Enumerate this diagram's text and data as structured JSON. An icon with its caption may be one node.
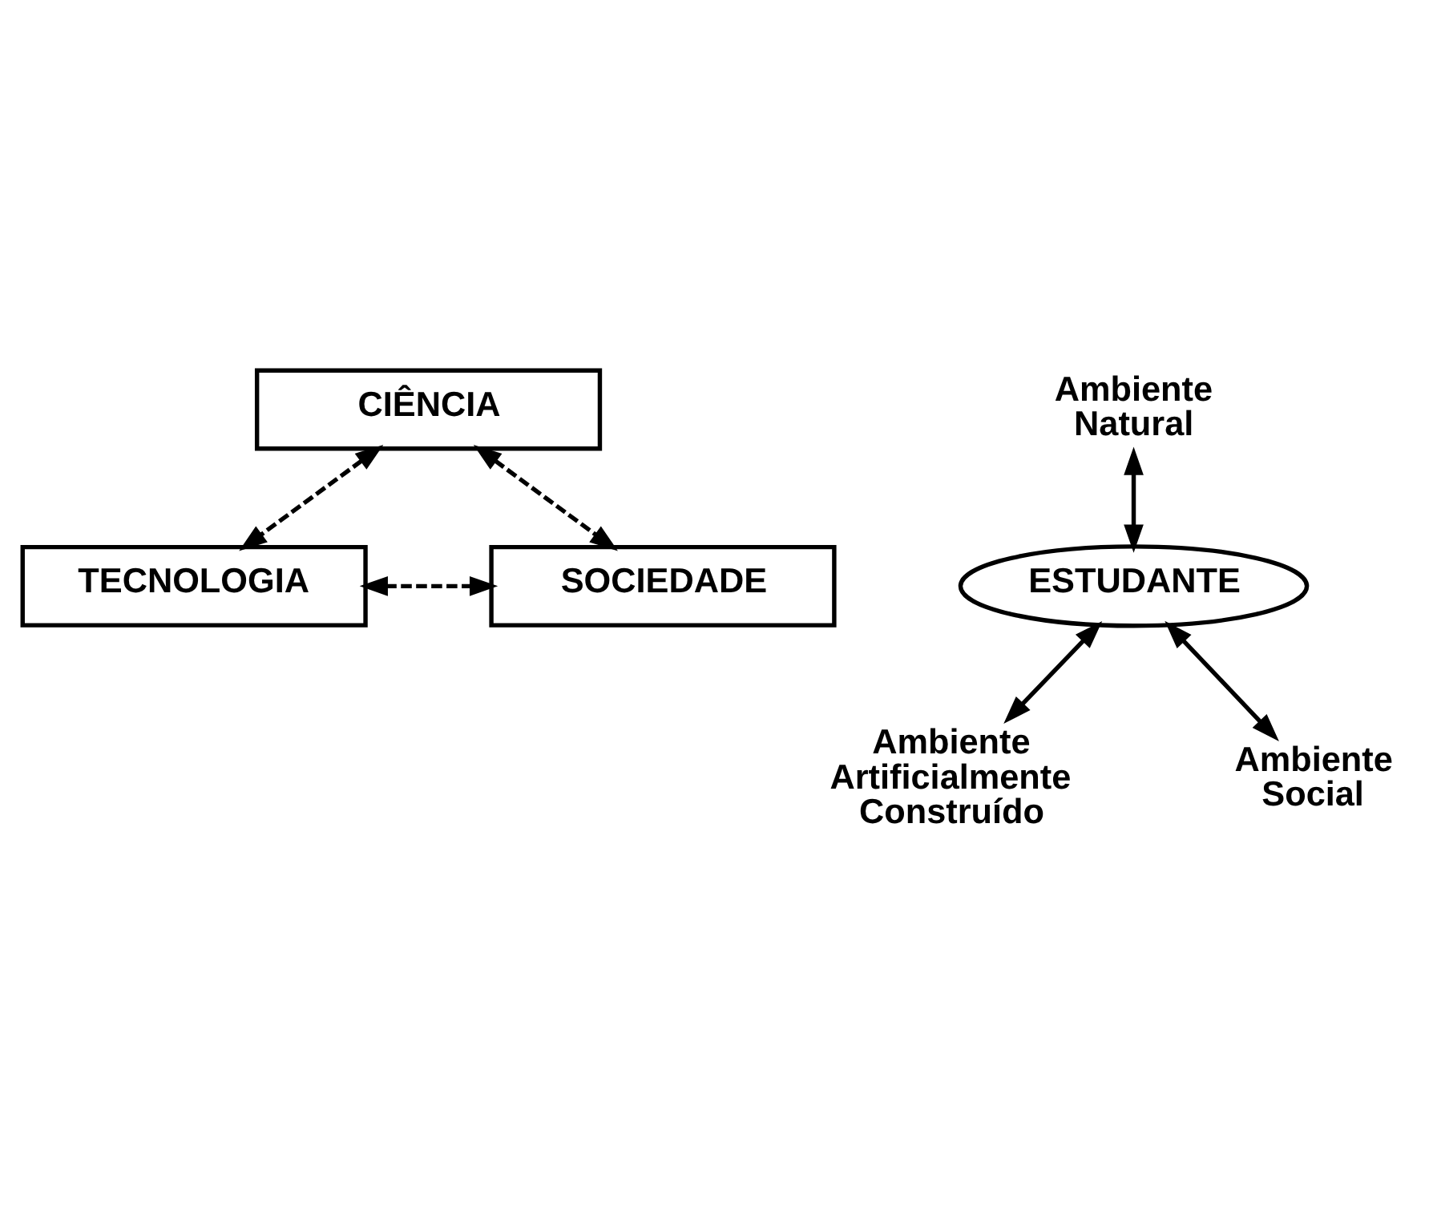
{
  "diagram": {
    "nodes": [
      {
        "text": [
          "CIÊNCIA"
        ]
      },
      {
        "text": [
          "Ambiente Natural"
        ]
      },
      {
        "text": [
          "ESTUDANTE"
        ]
      },
      {
        "text": [
          "Ambiente Artificialmente Construído"
        ]
      },
      {
        "text": [
          "Ambiente Social"
        ]
      },
      {
        "text": [
          "TECNOLOGIA"
        ]
      },
      {
        "text": [
          "SOCIEDADE"
        ]
      }
    ],
    "edges": [
      {
        "from": 0,
        "to": 5,
        "arrow": "both",
        "style": "dashed"
      },
      {
        "from": 0,
        "to": 6,
        "arrow": "both",
        "style": "dashed"
      },
      {
        "from": 1,
        "to": 2,
        "arrow": "both"
      },
      {
        "from": 2,
        "to": 3,
        "arrow": "both"
      },
      {
        "from": 2,
        "to": 4,
        "arrow": "both"
      },
      {
        "from": 5,
        "to": 6,
        "arrow": "both",
        "style": "dashed"
      }
    ]
  }
}
